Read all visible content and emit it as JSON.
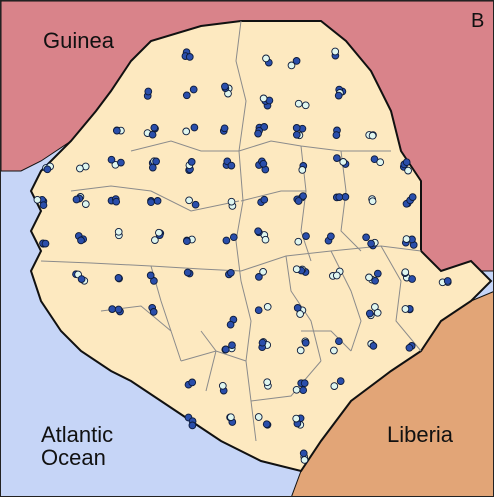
{
  "panel": {
    "letter": "B"
  },
  "labels": {
    "guinea": "Guinea",
    "atlantic_line1": "Atlantic",
    "atlantic_line2": "Ocean",
    "liberia": "Liberia"
  },
  "colors": {
    "ocean": "#c6d5f7",
    "guinea": "#d9838a",
    "liberia": "#e2a577",
    "sierra_leone": "#fde9c0",
    "district_border": "#8b8b8b",
    "coast": "#111111",
    "marker_dark": "#2a4eab",
    "marker_light": "#dff6ef",
    "marker_stroke": "#0d1b3a"
  },
  "legend": {
    "marker_dark": "dark blue circle",
    "marker_light": "pale green circle"
  }
}
